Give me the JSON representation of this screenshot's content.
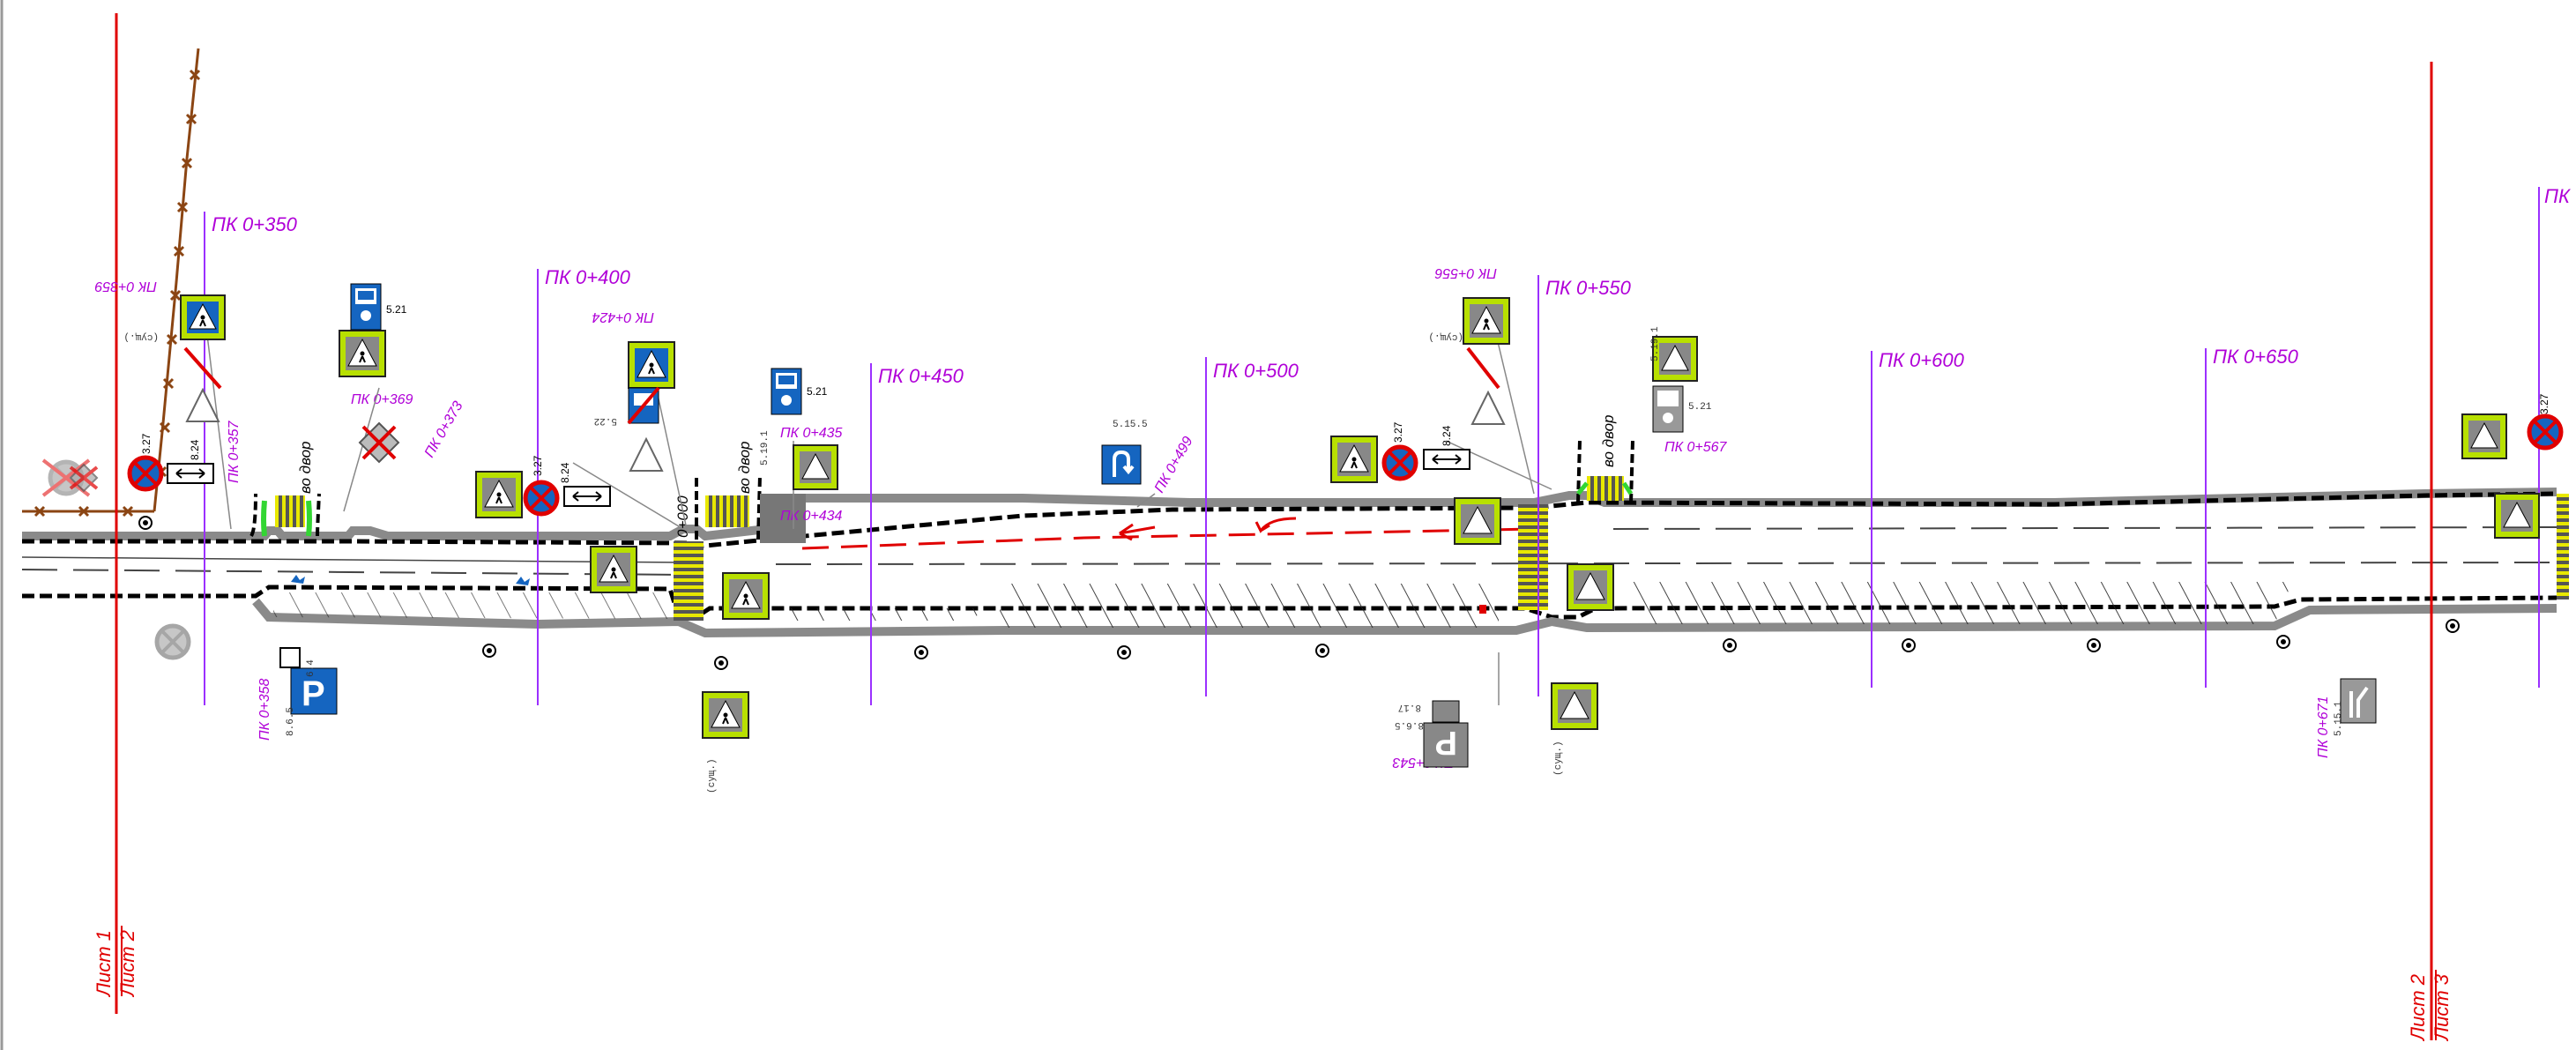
{
  "sheet_boundaries": [
    {
      "label_top": "Лист 1",
      "label_bottom": "Лист 2"
    },
    {
      "label_top": "Лист 2",
      "label_bottom": "Лист 3"
    }
  ],
  "pickets_major": [
    {
      "label": "ПК 0+350"
    },
    {
      "label": "ПК 0+400"
    },
    {
      "label": "ПК 0+450"
    },
    {
      "label": "ПК 0+500"
    },
    {
      "label": "ПК 0+550"
    },
    {
      "label": "ПК 0+600"
    },
    {
      "label": "ПК 0+650"
    },
    {
      "label": "ПК"
    }
  ],
  "pickets_minor": [
    {
      "label": "ПК 0+359"
    },
    {
      "label": "ПК 0+357"
    },
    {
      "label": "ПК 0+369"
    },
    {
      "label": "ПК 0+373"
    },
    {
      "label": "ПК 0+424"
    },
    {
      "label": "ПК 0+435"
    },
    {
      "label": "ПК 0+434"
    },
    {
      "label": "ПК 0+499"
    },
    {
      "label": "ПК 0+556"
    },
    {
      "label": "ПК 0+567"
    },
    {
      "label": "ПК 0+543"
    },
    {
      "label": "ПК 0+358"
    },
    {
      "label": "ПК 0+671"
    }
  ],
  "road_labels": {
    "driveway_1": "во двор",
    "driveway_2": "во двор",
    "driveway_3": "во двор",
    "chainage_zero": "0+000"
  },
  "sign_codes": {
    "s521": "5.21",
    "s327": "3.27",
    "s824": "8.24",
    "s5151": "5.19.1",
    "s5155": "5.15.5",
    "s522": "5.22",
    "s64": "6.4",
    "s865": "8.6.5",
    "s817": "8.17",
    "s5151b": "5.15.1",
    "s518": "(сущ.)"
  },
  "colors": {
    "sheet_line": "#e00000",
    "picket_line": "#9b30ff",
    "picket_text": "#b000d8",
    "road_edge": "#000000",
    "curb": "#8a8a8a",
    "crosswalk": "#e8e800",
    "curb_green": "#33d633",
    "sign_frame": "#b8e000",
    "sign_blue": "#1565c0",
    "sign_red": "#e00000",
    "fence": "#8b4513"
  },
  "icons": [
    "pedestrian-crossing-sign-icon",
    "no-stopping-sign-icon",
    "parking-sign-icon",
    "u-turn-sign-icon",
    "bus-stop-sign-icon",
    "lane-direction-sign-icon",
    "tree-icon"
  ]
}
